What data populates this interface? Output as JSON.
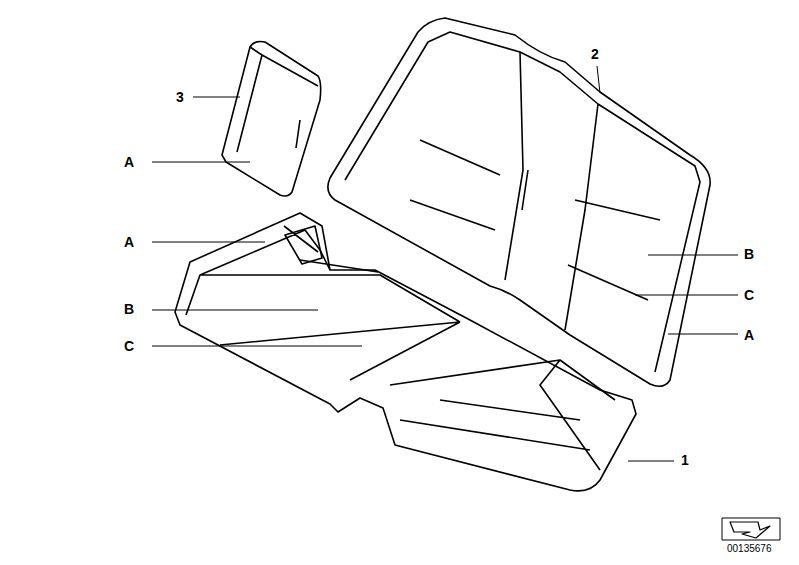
{
  "diagram": {
    "labels": [
      "2",
      "3",
      "A",
      "A",
      "B",
      "C",
      "B",
      "A",
      "C",
      "1",
      "00135676"
    ]
  }
}
